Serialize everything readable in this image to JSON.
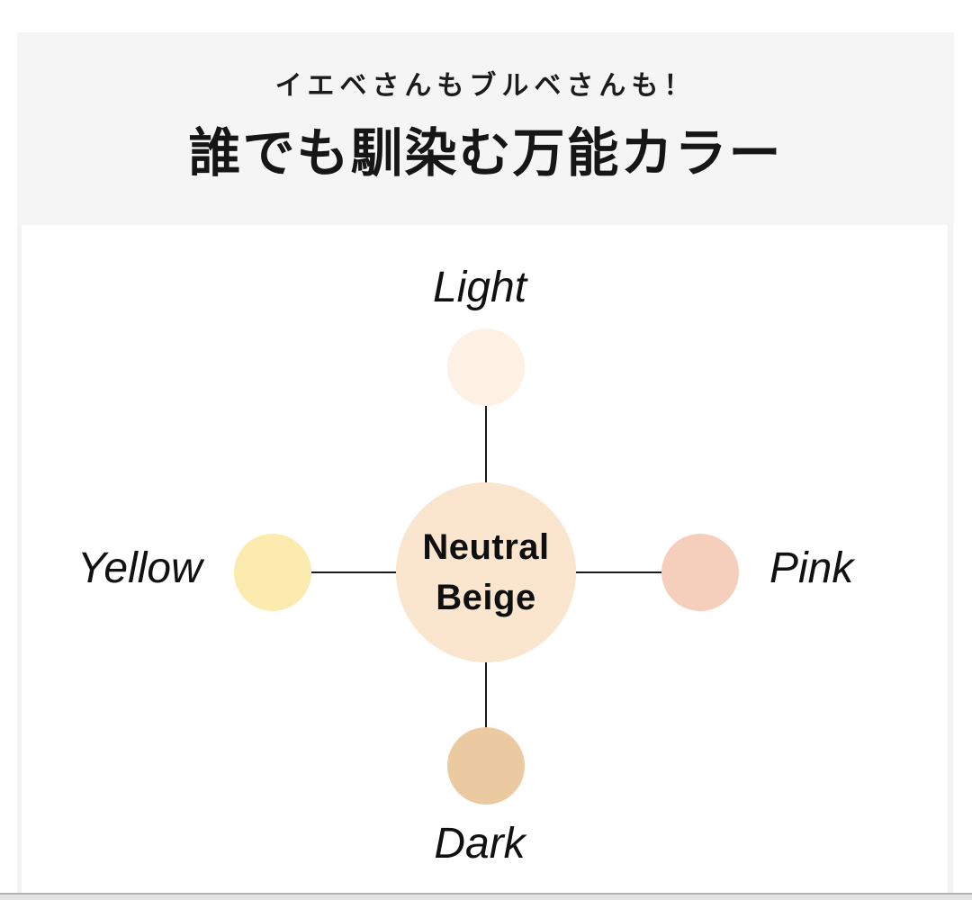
{
  "page": {
    "background": "#ffffff",
    "side_edge_color": "#f3f3f3",
    "bottom_edge_color": "#b0b0b0"
  },
  "header": {
    "background": "#f5f5f5",
    "text_color": "#1c1c1c",
    "subtitle": "イエベさんもブルベさんも！",
    "title": "誰でも馴染む万能カラー"
  },
  "diagram": {
    "line_color": "#1a1a1a",
    "center": {
      "label_line1": "Neutral",
      "label_line2": "Beige",
      "color": "#fae5cf",
      "text_color": "#0f0f0f"
    },
    "satellites": [
      {
        "id": "light",
        "label": "Light",
        "color": "#fdf1e4",
        "position": "top"
      },
      {
        "id": "yellow",
        "label": "Yellow",
        "color": "#fcebae",
        "position": "left"
      },
      {
        "id": "pink",
        "label": "Pink",
        "color": "#f6cfbc",
        "position": "right"
      },
      {
        "id": "dark",
        "label": "Dark",
        "color": "#eccaa1",
        "position": "bottom"
      }
    ]
  }
}
